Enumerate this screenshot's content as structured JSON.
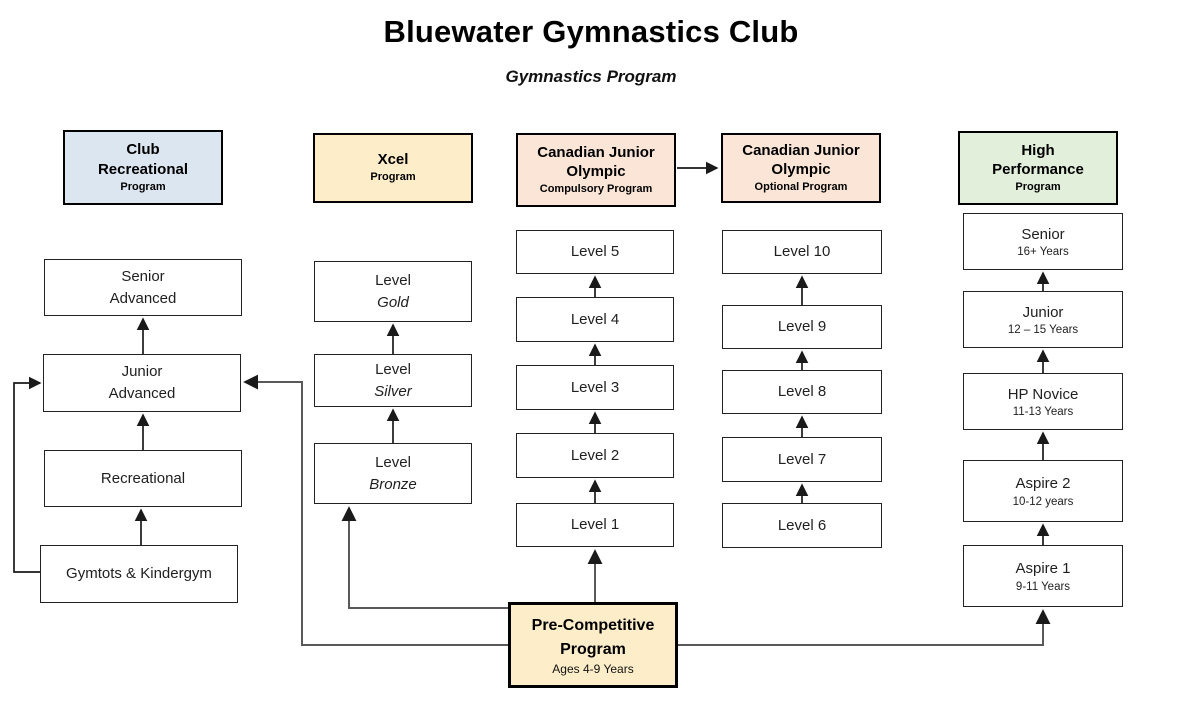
{
  "title": "Bluewater Gymnastics Club",
  "subtitle": "Gymnastics Program",
  "colors": {
    "club_recreational_fill": "#dce6f1",
    "xcel_fill": "#fdeec9",
    "cjo_fill": "#fbe5d6",
    "high_performance_fill": "#e2efda",
    "pre_competitive_fill": "#fdeec9",
    "box_border": "#000000",
    "connector": "#595959"
  },
  "programs": {
    "club_recreational": {
      "header": {
        "line1": "Club",
        "line2": "Recreational",
        "sub": "Program"
      },
      "levels": [
        {
          "line1": "Senior",
          "line2": "Advanced"
        },
        {
          "line1": "Junior",
          "line2": "Advanced"
        },
        {
          "line1": "Recreational"
        },
        {
          "line1": "Gymtots & Kindergym"
        }
      ]
    },
    "xcel": {
      "header": {
        "line1": "Xcel",
        "sub": "Program"
      },
      "levels": [
        {
          "line1": "Level",
          "line2": "Gold"
        },
        {
          "line1": "Level",
          "line2": "Silver"
        },
        {
          "line1": "Level",
          "line2": "Bronze"
        }
      ]
    },
    "cjo_compulsory": {
      "header": {
        "line1": "Canadian Junior",
        "line2": "Olympic",
        "sub": "Compulsory Program"
      },
      "levels": [
        "Level 5",
        "Level 4",
        "Level 3",
        "Level 2",
        "Level 1"
      ]
    },
    "cjo_optional": {
      "header": {
        "line1": "Canadian Junior",
        "line2": "Olympic",
        "sub": "Optional Program"
      },
      "levels": [
        "Level 10",
        "Level 9",
        "Level 8",
        "Level 7",
        "Level 6"
      ]
    },
    "high_performance": {
      "header": {
        "line1": "High",
        "line2": "Performance",
        "sub": "Program"
      },
      "levels": [
        {
          "name": "Senior",
          "ages": "16+ Years"
        },
        {
          "name": "Junior",
          "ages": "12 – 15 Years"
        },
        {
          "name": "HP Novice",
          "ages": "11-13 Years"
        },
        {
          "name": "Aspire 2",
          "ages": "10-12 years"
        },
        {
          "name": "Aspire 1",
          "ages": "9-11 Years"
        }
      ]
    },
    "pre_competitive": {
      "line1": "Pre-Competitive",
      "line2": "Program",
      "ages": "Ages 4-9 Years"
    }
  }
}
